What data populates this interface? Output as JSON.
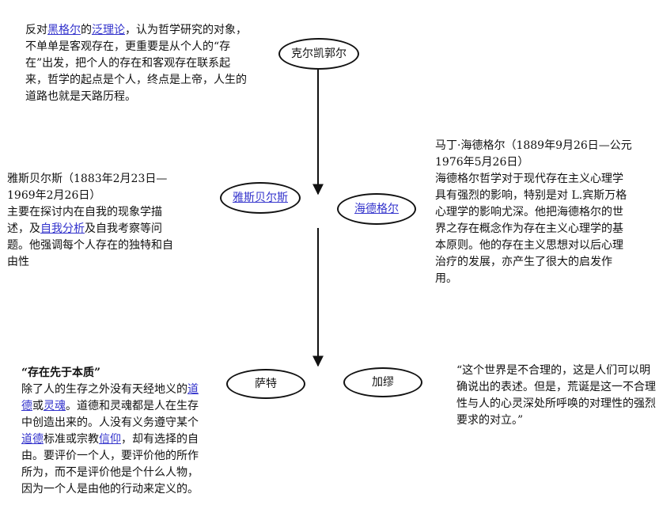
{
  "nodes": {
    "kierkegaard": "克尔凯郭尔",
    "jaspers": "雅斯贝尔斯",
    "heidegger": "海德格尔",
    "sartre": "萨特",
    "camus": "加缪"
  },
  "kierkegaard_text": {
    "pre": "反对",
    "link1": "黑格尔",
    "mid": "的",
    "link2": "泛理论",
    "post": "，认为哲学研究的对象，不单单是客观存在，更重要是从个人的“存在”出发，把个人的存在和客观存在联系起来，哲学的起点是个人，终点是上帝，人生的道路也就是天路历程。"
  },
  "jaspers_text": {
    "dates": "雅斯贝尔斯（1883年2月23日—1969年2月26日）",
    "pre": "主要在探讨内在自我的现象学描述，及",
    "link": "自我分析",
    "post": "及自我考察等问题。他强调每个人存在的独特和自由性"
  },
  "heidegger_text": {
    "dates": "马丁·海德格尔（1889年9月26日—公元1976年5月26日）",
    "body": "海德格尔哲学对于现代存在主义心理学具有强烈的影响，特别是对 L.宾斯万格心理学的影响尤深。他把海德格尔的世界之存在概念作为存在主义心理学的基本原则。他的存在主义思想对以后心理治疗的发展，亦产生了很大的启发作用。"
  },
  "sartre_text": {
    "heading": "“存在先于本质”",
    "s1": "除了人的生存之外没有天经地义的",
    "link1": "道德",
    "s2": "或",
    "link2": "灵魂",
    "s3": "。道德和灵魂都是人在生存中创造出来的。人没有义务遵守某个",
    "link3": "道德",
    "s4": "标准或宗教",
    "link4": "信仰",
    "s5": "，却有选择的自由。要评价一个人，要评价他的所作所为，而不是评价他是个什么人物，因为一个人是由他的行动来定义的。"
  },
  "camus_text": {
    "quote": "“这个世界是不合理的，这是人们可以明确说出的表述。但是，荒诞是这一不合理性与人的心灵深处所呼唤的对理性的强烈要求的对立。”"
  },
  "colors": {
    "link": "#3333cc",
    "line": "#111111"
  }
}
